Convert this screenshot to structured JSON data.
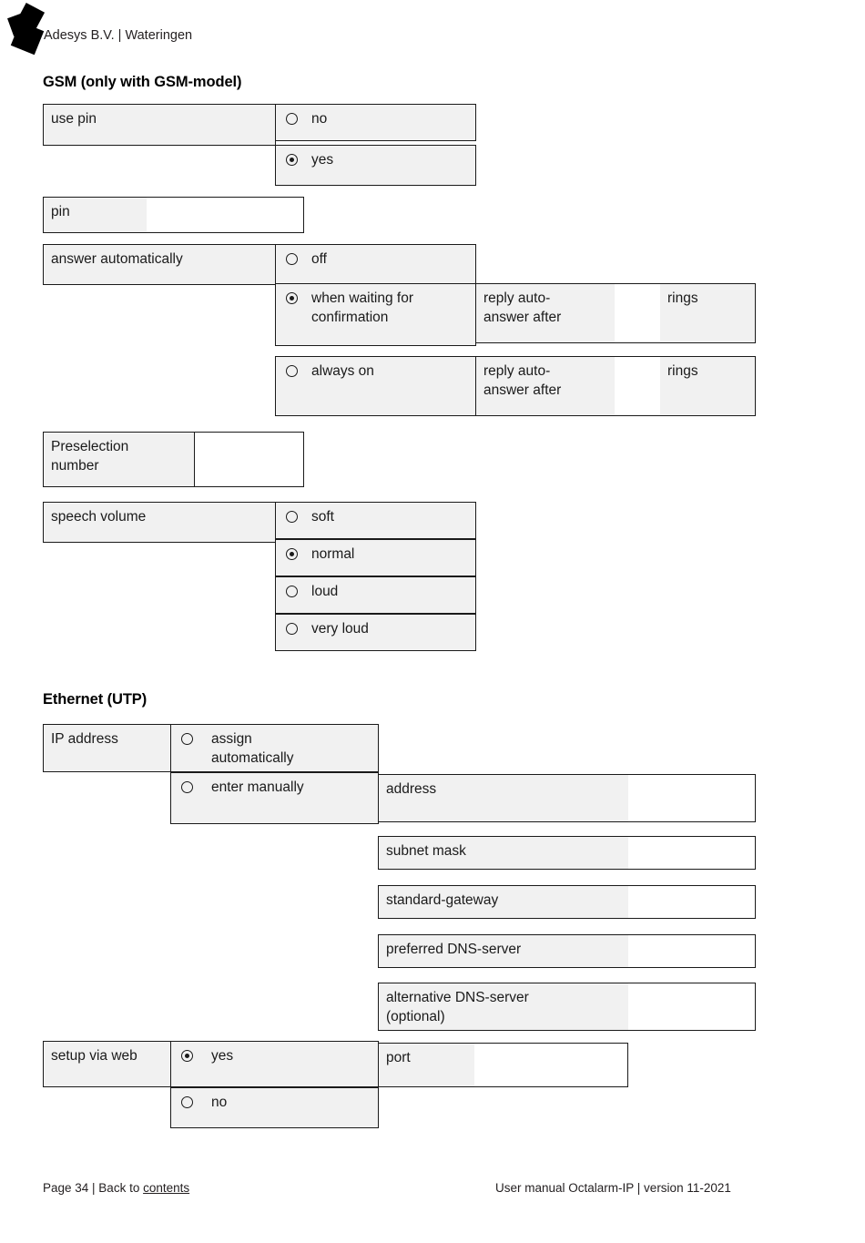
{
  "header": {
    "brand": "Adesys B.V.  |  Wateringen",
    "logo_name": "adesys-logo"
  },
  "sections": [
    {
      "heading": "GSM (only with GSM-model)",
      "groups": [
        {
          "name": "use-pin",
          "label": "use pin",
          "options": [
            {
              "text": "no",
              "selected": false
            },
            {
              "text": "yes",
              "selected": true
            }
          ]
        },
        {
          "name": "pin",
          "label": "pin",
          "value": ""
        },
        {
          "name": "answer-automatically",
          "label": "answer automatically",
          "options": [
            {
              "text": "off",
              "selected": false
            },
            {
              "text": "when waiting for\nconfirmation",
              "selected": true,
              "sub": {
                "label": "reply auto-\nanswer after",
                "value": "",
                "unit": "rings"
              }
            },
            {
              "text": "always on",
              "selected": false,
              "sub": {
                "label": "reply auto-\nanswer after",
                "value": "",
                "unit": "rings"
              }
            }
          ]
        },
        {
          "name": "preselection-number",
          "label": "Preselection\nnumber",
          "value": ""
        },
        {
          "name": "speech-volume",
          "label": "speech volume",
          "options": [
            {
              "text": "soft",
              "selected": false
            },
            {
              "text": "normal",
              "selected": true
            },
            {
              "text": "loud",
              "selected": false
            },
            {
              "text": "very loud",
              "selected": false
            }
          ]
        }
      ]
    },
    {
      "heading": "Ethernet (UTP)",
      "groups": [
        {
          "name": "ip-address",
          "label": "IP address",
          "options": [
            {
              "text": "assign\nautomatically",
              "selected": true
            },
            {
              "text": "enter manually",
              "selected": false
            }
          ],
          "fields": [
            {
              "label": "address",
              "value": ""
            },
            {
              "label": "subnet mask",
              "value": ""
            },
            {
              "label": "standard-gateway",
              "value": ""
            },
            {
              "label": "preferred DNS-server",
              "value": ""
            },
            {
              "label": "alternative DNS-server\n(optional)",
              "value": ""
            }
          ]
        },
        {
          "name": "setup-via-web",
          "label": "setup via web",
          "options": [
            {
              "text": "yes",
              "selected": true,
              "sub": {
                "label": "port",
                "value": ""
              }
            },
            {
              "text": "no",
              "selected": false
            }
          ]
        }
      ]
    }
  ],
  "footer": {
    "page": "Page 34  |  Back to ",
    "link": "contents",
    "right": "User manual Octalarm-IP  |  version 11-2021"
  }
}
